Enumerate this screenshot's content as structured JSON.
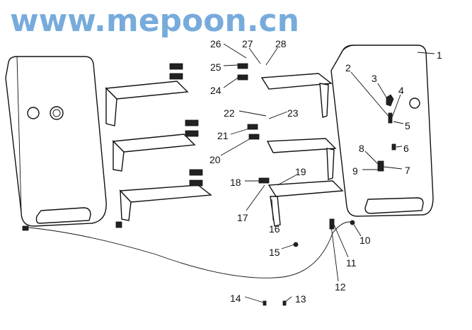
{
  "diagram": {
    "title": "Fuel tank and bracket assembly exploded view",
    "watermark": "www.mepoon.cn",
    "callouts": [
      "1",
      "2",
      "3",
      "4",
      "5",
      "6",
      "7",
      "8",
      "9",
      "10",
      "11",
      "12",
      "13",
      "14",
      "15",
      "16",
      "17",
      "18",
      "19",
      "20",
      "21",
      "22",
      "23",
      "24",
      "25",
      "26",
      "27",
      "28"
    ]
  }
}
